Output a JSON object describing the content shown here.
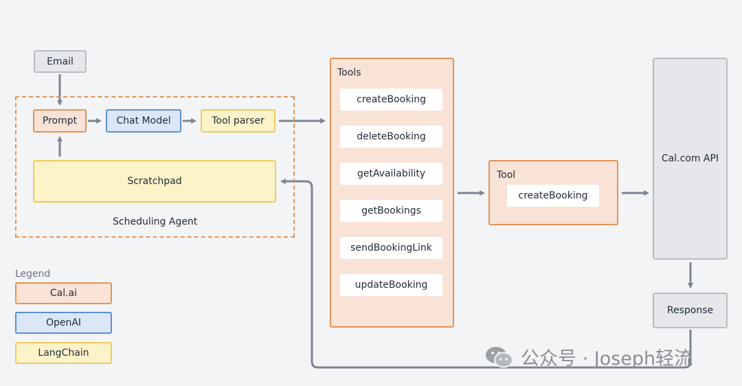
{
  "agent": {
    "email": "Email",
    "prompt": "Prompt",
    "chat_model": "Chat Model",
    "tool_parser": "Tool parser",
    "scratchpad": "Scratchpad",
    "group_label": "Scheduling Agent"
  },
  "tools": {
    "title": "Tools",
    "items": [
      "createBooking",
      "deleteBooking",
      "getAvailability",
      "getBookings",
      "sendBookingLink",
      "updateBooking"
    ]
  },
  "tool": {
    "title": "Tool",
    "item": "createBooking"
  },
  "api": {
    "label": "Cal.com API",
    "response": "Response"
  },
  "legend": {
    "title": "Legend",
    "items": [
      "Cal.ai",
      "OpenAI",
      "LangChain"
    ]
  },
  "watermark": {
    "text": "公众号 · Joseph轻流",
    "icon": "wechat-icon"
  },
  "colors": {
    "calai": "#f8e3d6",
    "openai": "#dbe7f7",
    "langchain": "#fdf3c9",
    "arrow": "#7b8491"
  }
}
